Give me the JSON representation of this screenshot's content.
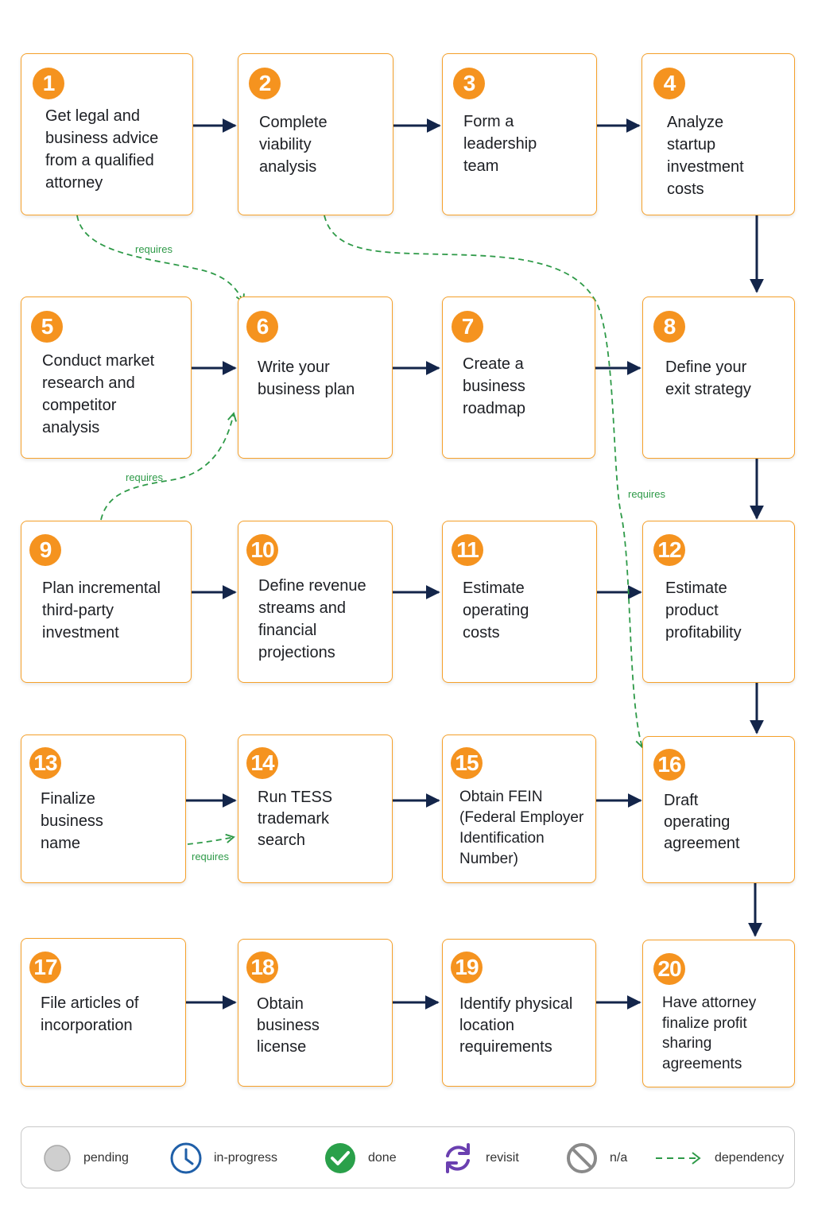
{
  "steps": [
    {
      "num": "1",
      "label": "Get legal and\nbusiness advice\nfrom a qualified\nattorney"
    },
    {
      "num": "2",
      "label": "Complete\nviability\nanalysis"
    },
    {
      "num": "3",
      "label": "Form a\nleadership\nteam"
    },
    {
      "num": "4",
      "label": "Analyze\nstartup\ninvestment\ncosts"
    },
    {
      "num": "5",
      "label": "Conduct market\nresearch and\ncompetitor\nanalysis"
    },
    {
      "num": "6",
      "label": "Write your\nbusiness plan"
    },
    {
      "num": "7",
      "label": "Create a\nbusiness\nroadmap"
    },
    {
      "num": "8",
      "label": "Define your\nexit strategy"
    },
    {
      "num": "9",
      "label": "Plan incremental\nthird-party\ninvestment"
    },
    {
      "num": "10",
      "label": "Define revenue\nstreams and\nfinancial\nprojections"
    },
    {
      "num": "11",
      "label": "Estimate\noperating\ncosts"
    },
    {
      "num": "12",
      "label": "Estimate\nproduct\nprofitability"
    },
    {
      "num": "13",
      "label": "Finalize\nbusiness\nname"
    },
    {
      "num": "14",
      "label": "Run TESS\ntrademark\nsearch"
    },
    {
      "num": "15",
      "label": "Obtain FEIN\n(Federal Employer\nIdentification\nNumber)"
    },
    {
      "num": "16",
      "label": "Draft\noperating\nagreement"
    },
    {
      "num": "17",
      "label": "File articles of\nincorporation"
    },
    {
      "num": "18",
      "label": "Obtain\nbusiness\nlicense"
    },
    {
      "num": "19",
      "label": "Identify physical\nlocation\nrequirements"
    },
    {
      "num": "20",
      "label": "Have attorney\nfinalize profit\nsharing\nagreements"
    }
  ],
  "dependencies": [
    {
      "from": "1",
      "to": "6",
      "label": "requires"
    },
    {
      "from": "2",
      "to": "16",
      "label": "requires"
    },
    {
      "from": "9",
      "to": "6",
      "label": "requires"
    },
    {
      "from": "13",
      "to": "14",
      "label": "requires"
    }
  ],
  "legend": {
    "pending": "pending",
    "in_progress": "in-progress",
    "done": "done",
    "revisit": "revisit",
    "na": "n/a",
    "dependency": "dependency"
  },
  "colors": {
    "card_border": "#f5a02a",
    "badge": "#f5931f",
    "arrow": "#13254a",
    "dependency": "#2e9a48",
    "in_progress": "#1f5fa8",
    "done": "#2aa04a",
    "revisit": "#6a3fb0",
    "pending": "#cfcfcf"
  }
}
